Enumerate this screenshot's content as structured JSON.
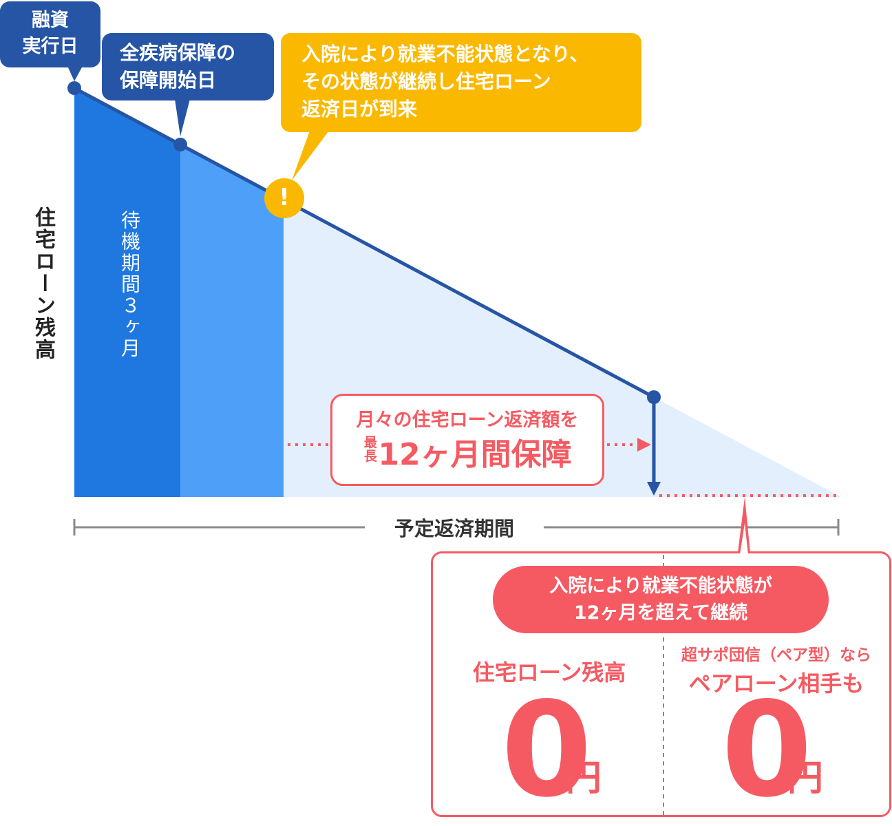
{
  "y_axis_label": "住宅ローン残高",
  "waiting_period_label": "待機期間３ヶ月",
  "bubbles": {
    "loan_execution": [
      "融資",
      "実行日"
    ],
    "coverage_start": [
      "全疾病保障の",
      "保障開始日"
    ],
    "hospitalization": [
      "入院により就業不能状態となり、",
      "その状態が継続し住宅ローン",
      "返済日が到来"
    ]
  },
  "warning_icon": "exclamation-icon",
  "monthly_box": {
    "line1": "月々の住宅ローン返済額を",
    "small_top": "最",
    "small_bottom": "長",
    "big": "12ヶ月間保障"
  },
  "period_label": "予定返済期間",
  "result": {
    "pill_line1": "入院により就業不能状態が",
    "pill_line2": "12ヶ月を超えて継続",
    "left_title": "住宅ローン残高",
    "left_zero": "0",
    "left_yen": "円",
    "right_sub": "超サポ団信（ペア型）なら",
    "right_title": "ペアローン相手も",
    "right_zero": "0",
    "right_yen": "円"
  },
  "colors": {
    "dark_blue": "#2655a6",
    "waiting_blue": "#1f78e0",
    "light_blue": "#4d9ff8",
    "pale_blue": "#e3effd",
    "yellow": "#fbb800",
    "red": "#f55a62",
    "gray": "#8a8a8a"
  }
}
